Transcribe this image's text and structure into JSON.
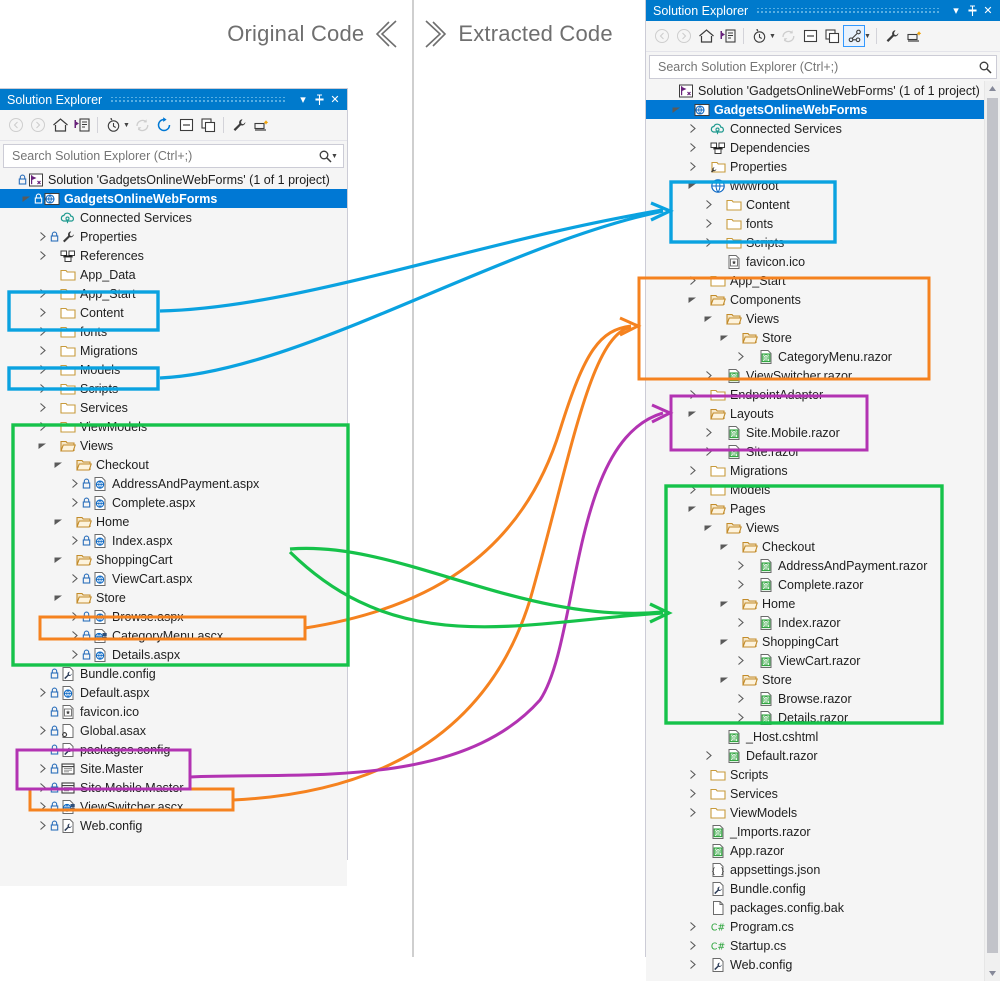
{
  "header": {
    "left_label": "Original Code",
    "right_label": "Extracted Code",
    "left_icon": "double-chevron-left-icon",
    "right_icon": "double-chevron-right-icon"
  },
  "colors": {
    "blue": "#0aa2e0",
    "orange": "#f5821f",
    "purple": "#b233b2",
    "green": "#16c24a",
    "selection": "#0078d4",
    "titlebar": "#007acc"
  },
  "left_panel": {
    "title": "Solution Explorer",
    "title_buttons": [
      "dropdown-icon",
      "pin-icon",
      "close-icon"
    ],
    "toolbar": [
      "back-icon",
      "forward-icon",
      "home-icon",
      "sync-with-active-document-icon",
      "pending-changes-icon",
      "pending-changes-dropdown",
      "refresh-icon",
      "refresh-all-icon",
      "collapse-all-icon",
      "new-folder-icon",
      "properties-icon",
      "preview-selected-items-icon"
    ],
    "search": {
      "placeholder": "Search Solution Explorer (Ctrl+;)",
      "value": "",
      "icon": "search-icon"
    },
    "tree": [
      {
        "depth": 0,
        "label": "Solution 'GadgetsOnlineWebForms' (1 of 1 project)",
        "expander": "none",
        "lock": true,
        "icon": "solution-icon",
        "selected": false
      },
      {
        "depth": 1,
        "label": "GadgetsOnlineWebForms",
        "expander": "open",
        "lock": true,
        "icon": "web-project-icon",
        "selected": true
      },
      {
        "depth": 2,
        "label": "Connected Services",
        "expander": "none",
        "lock": false,
        "icon": "connected-services-icon",
        "selected": false
      },
      {
        "depth": 2,
        "label": "Properties",
        "expander": "closed",
        "lock": true,
        "icon": "wrench-icon",
        "selected": false
      },
      {
        "depth": 2,
        "label": "References",
        "expander": "closed",
        "lock": false,
        "icon": "references-icon",
        "selected": false
      },
      {
        "depth": 2,
        "label": "App_Data",
        "expander": "none",
        "lock": false,
        "icon": "folder-icon",
        "selected": false
      },
      {
        "depth": 2,
        "label": "App_Start",
        "expander": "closed",
        "lock": false,
        "icon": "folder-icon",
        "selected": false
      },
      {
        "depth": 2,
        "label": "Content",
        "expander": "closed",
        "lock": false,
        "icon": "folder-icon",
        "selected": false
      },
      {
        "depth": 2,
        "label": "fonts",
        "expander": "closed",
        "lock": false,
        "icon": "folder-icon",
        "selected": false
      },
      {
        "depth": 2,
        "label": "Migrations",
        "expander": "closed",
        "lock": false,
        "icon": "folder-icon",
        "selected": false
      },
      {
        "depth": 2,
        "label": "Models",
        "expander": "closed",
        "lock": false,
        "icon": "folder-icon",
        "selected": false
      },
      {
        "depth": 2,
        "label": "Scripts",
        "expander": "closed",
        "lock": false,
        "icon": "folder-icon",
        "selected": false
      },
      {
        "depth": 2,
        "label": "Services",
        "expander": "closed",
        "lock": false,
        "icon": "folder-icon",
        "selected": false
      },
      {
        "depth": 2,
        "label": "ViewModels",
        "expander": "closed",
        "lock": false,
        "icon": "folder-icon",
        "selected": false
      },
      {
        "depth": 2,
        "label": "Views",
        "expander": "open",
        "lock": false,
        "icon": "folder-open-icon",
        "selected": false
      },
      {
        "depth": 3,
        "label": "Checkout",
        "expander": "open",
        "lock": false,
        "icon": "folder-open-icon",
        "selected": false
      },
      {
        "depth": 4,
        "label": "AddressAndPayment.aspx",
        "expander": "closed",
        "lock": true,
        "icon": "aspx-icon",
        "selected": false
      },
      {
        "depth": 4,
        "label": "Complete.aspx",
        "expander": "closed",
        "lock": true,
        "icon": "aspx-icon",
        "selected": false
      },
      {
        "depth": 3,
        "label": "Home",
        "expander": "open",
        "lock": false,
        "icon": "folder-open-icon",
        "selected": false
      },
      {
        "depth": 4,
        "label": "Index.aspx",
        "expander": "closed",
        "lock": true,
        "icon": "aspx-icon",
        "selected": false
      },
      {
        "depth": 3,
        "label": "ShoppingCart",
        "expander": "open",
        "lock": false,
        "icon": "folder-open-icon",
        "selected": false
      },
      {
        "depth": 4,
        "label": "ViewCart.aspx",
        "expander": "closed",
        "lock": true,
        "icon": "aspx-icon",
        "selected": false
      },
      {
        "depth": 3,
        "label": "Store",
        "expander": "open",
        "lock": false,
        "icon": "folder-open-icon",
        "selected": false
      },
      {
        "depth": 4,
        "label": "Browse.aspx",
        "expander": "closed",
        "lock": true,
        "icon": "aspx-icon",
        "selected": false
      },
      {
        "depth": 4,
        "label": "CategoryMenu.ascx",
        "expander": "closed",
        "lock": true,
        "icon": "ascx-icon",
        "selected": false
      },
      {
        "depth": 4,
        "label": "Details.aspx",
        "expander": "closed",
        "lock": true,
        "icon": "aspx-icon",
        "selected": false
      },
      {
        "depth": 2,
        "label": "Bundle.config",
        "expander": "none",
        "lock": true,
        "icon": "config-icon",
        "selected": false
      },
      {
        "depth": 2,
        "label": "Default.aspx",
        "expander": "closed",
        "lock": true,
        "icon": "aspx-icon",
        "selected": false
      },
      {
        "depth": 2,
        "label": "favicon.ico",
        "expander": "none",
        "lock": true,
        "icon": "ico-icon",
        "selected": false
      },
      {
        "depth": 2,
        "label": "Global.asax",
        "expander": "closed",
        "lock": true,
        "icon": "asax-icon",
        "selected": false
      },
      {
        "depth": 2,
        "label": "packages.config",
        "expander": "none",
        "lock": true,
        "icon": "config-icon",
        "selected": false
      },
      {
        "depth": 2,
        "label": "Site.Master",
        "expander": "closed",
        "lock": true,
        "icon": "master-page-icon",
        "selected": false
      },
      {
        "depth": 2,
        "label": "Site.Mobile.Master",
        "expander": "closed",
        "lock": true,
        "icon": "master-page-icon",
        "selected": false
      },
      {
        "depth": 2,
        "label": "ViewSwitcher.ascx",
        "expander": "closed",
        "lock": true,
        "icon": "ascx-icon",
        "selected": false
      },
      {
        "depth": 2,
        "label": "Web.config",
        "expander": "closed",
        "lock": true,
        "icon": "config-icon",
        "selected": false
      }
    ]
  },
  "right_panel": {
    "title": "Solution Explorer",
    "title_buttons": [
      "dropdown-icon",
      "pin-icon",
      "close-icon"
    ],
    "toolbar": [
      "back-icon",
      "forward-icon",
      "home-icon",
      "sync-with-active-document-icon",
      "pending-changes-icon",
      "pending-changes-dropdown",
      "refresh-icon",
      "collapse-all-icon",
      "new-folder-icon",
      "show-all-files-icon",
      "show-all-files-dropdown",
      "properties-icon",
      "preview-selected-items-icon"
    ],
    "search": {
      "placeholder": "Search Solution Explorer (Ctrl+;)",
      "value": "",
      "icon": "search-icon"
    },
    "tree": [
      {
        "depth": 0,
        "label": "Solution 'GadgetsOnlineWebForms' (1 of 1 project)",
        "expander": "none",
        "lock": false,
        "icon": "solution-icon",
        "selected": false
      },
      {
        "depth": 1,
        "label": "GadgetsOnlineWebForms",
        "expander": "open",
        "lock": false,
        "icon": "web-project-icon",
        "selected": true
      },
      {
        "depth": 2,
        "label": "Connected Services",
        "expander": "closed",
        "lock": false,
        "icon": "connected-services-icon",
        "selected": false
      },
      {
        "depth": 2,
        "label": "Dependencies",
        "expander": "closed",
        "lock": false,
        "icon": "references-icon",
        "selected": false
      },
      {
        "depth": 2,
        "label": "Properties",
        "expander": "closed",
        "lock": false,
        "icon": "properties-folder-icon",
        "selected": false
      },
      {
        "depth": 2,
        "label": "wwwroot",
        "expander": "open",
        "lock": false,
        "icon": "wwwroot-icon",
        "selected": false
      },
      {
        "depth": 3,
        "label": "Content",
        "expander": "closed",
        "lock": false,
        "icon": "folder-icon",
        "selected": false
      },
      {
        "depth": 3,
        "label": "fonts",
        "expander": "closed",
        "lock": false,
        "icon": "folder-icon",
        "selected": false
      },
      {
        "depth": 3,
        "label": "Scripts",
        "expander": "closed",
        "lock": false,
        "icon": "folder-icon",
        "selected": false
      },
      {
        "depth": 3,
        "label": "favicon.ico",
        "expander": "none",
        "lock": false,
        "icon": "ico-icon",
        "selected": false
      },
      {
        "depth": 2,
        "label": "App_Start",
        "expander": "closed",
        "lock": false,
        "icon": "folder-icon",
        "selected": false
      },
      {
        "depth": 2,
        "label": "Components",
        "expander": "open",
        "lock": false,
        "icon": "folder-open-icon",
        "selected": false
      },
      {
        "depth": 3,
        "label": "Views",
        "expander": "open",
        "lock": false,
        "icon": "folder-open-icon",
        "selected": false
      },
      {
        "depth": 4,
        "label": "Store",
        "expander": "open",
        "lock": false,
        "icon": "folder-open-icon",
        "selected": false
      },
      {
        "depth": 5,
        "label": "CategoryMenu.razor",
        "expander": "closed",
        "lock": false,
        "icon": "razor-icon",
        "selected": false
      },
      {
        "depth": 3,
        "label": "ViewSwitcher.razor",
        "expander": "closed",
        "lock": false,
        "icon": "razor-icon",
        "selected": false
      },
      {
        "depth": 2,
        "label": "EndpointAdapter",
        "expander": "closed",
        "lock": false,
        "icon": "folder-icon",
        "selected": false
      },
      {
        "depth": 2,
        "label": "Layouts",
        "expander": "open",
        "lock": false,
        "icon": "folder-open-icon",
        "selected": false
      },
      {
        "depth": 3,
        "label": "Site.Mobile.razor",
        "expander": "closed",
        "lock": false,
        "icon": "razor-icon",
        "selected": false
      },
      {
        "depth": 3,
        "label": "Site.razor",
        "expander": "closed",
        "lock": false,
        "icon": "razor-icon",
        "selected": false
      },
      {
        "depth": 2,
        "label": "Migrations",
        "expander": "closed",
        "lock": false,
        "icon": "folder-icon",
        "selected": false
      },
      {
        "depth": 2,
        "label": "Models",
        "expander": "closed",
        "lock": false,
        "icon": "folder-icon",
        "selected": false
      },
      {
        "depth": 2,
        "label": "Pages",
        "expander": "open",
        "lock": false,
        "icon": "folder-open-icon",
        "selected": false
      },
      {
        "depth": 3,
        "label": "Views",
        "expander": "open",
        "lock": false,
        "icon": "folder-open-icon",
        "selected": false
      },
      {
        "depth": 4,
        "label": "Checkout",
        "expander": "open",
        "lock": false,
        "icon": "folder-open-icon",
        "selected": false
      },
      {
        "depth": 5,
        "label": "AddressAndPayment.razor",
        "expander": "closed",
        "lock": false,
        "icon": "razor-icon",
        "selected": false
      },
      {
        "depth": 5,
        "label": "Complete.razor",
        "expander": "closed",
        "lock": false,
        "icon": "razor-icon",
        "selected": false
      },
      {
        "depth": 4,
        "label": "Home",
        "expander": "open",
        "lock": false,
        "icon": "folder-open-icon",
        "selected": false
      },
      {
        "depth": 5,
        "label": "Index.razor",
        "expander": "closed",
        "lock": false,
        "icon": "razor-icon",
        "selected": false
      },
      {
        "depth": 4,
        "label": "ShoppingCart",
        "expander": "open",
        "lock": false,
        "icon": "folder-open-icon",
        "selected": false
      },
      {
        "depth": 5,
        "label": "ViewCart.razor",
        "expander": "closed",
        "lock": false,
        "icon": "razor-icon",
        "selected": false
      },
      {
        "depth": 4,
        "label": "Store",
        "expander": "open",
        "lock": false,
        "icon": "folder-open-icon",
        "selected": false
      },
      {
        "depth": 5,
        "label": "Browse.razor",
        "expander": "closed",
        "lock": false,
        "icon": "razor-icon",
        "selected": false
      },
      {
        "depth": 5,
        "label": "Details.razor",
        "expander": "closed",
        "lock": false,
        "icon": "razor-icon",
        "selected": false
      },
      {
        "depth": 3,
        "label": "_Host.cshtml",
        "expander": "none",
        "lock": false,
        "icon": "razor-icon",
        "selected": false
      },
      {
        "depth": 3,
        "label": "Default.razor",
        "expander": "closed",
        "lock": false,
        "icon": "razor-icon",
        "selected": false
      },
      {
        "depth": 2,
        "label": "Scripts",
        "expander": "closed",
        "lock": false,
        "icon": "folder-icon",
        "selected": false
      },
      {
        "depth": 2,
        "label": "Services",
        "expander": "closed",
        "lock": false,
        "icon": "folder-icon",
        "selected": false
      },
      {
        "depth": 2,
        "label": "ViewModels",
        "expander": "closed",
        "lock": false,
        "icon": "folder-icon",
        "selected": false
      },
      {
        "depth": 2,
        "label": "_Imports.razor",
        "expander": "none",
        "lock": false,
        "icon": "razor-icon",
        "selected": false
      },
      {
        "depth": 2,
        "label": "App.razor",
        "expander": "none",
        "lock": false,
        "icon": "razor-icon",
        "selected": false
      },
      {
        "depth": 2,
        "label": "appsettings.json",
        "expander": "none",
        "lock": false,
        "icon": "json-icon",
        "selected": false
      },
      {
        "depth": 2,
        "label": "Bundle.config",
        "expander": "none",
        "lock": false,
        "icon": "config-icon",
        "selected": false
      },
      {
        "depth": 2,
        "label": "packages.config.bak",
        "expander": "none",
        "lock": false,
        "icon": "file-icon",
        "selected": false
      },
      {
        "depth": 2,
        "label": "Program.cs",
        "expander": "closed",
        "lock": false,
        "icon": "csharp-icon",
        "selected": false
      },
      {
        "depth": 2,
        "label": "Startup.cs",
        "expander": "closed",
        "lock": false,
        "icon": "csharp-icon",
        "selected": false
      },
      {
        "depth": 2,
        "label": "Web.config",
        "expander": "closed",
        "lock": false,
        "icon": "config-icon",
        "selected": false
      }
    ]
  },
  "annotations": {
    "mappings": [
      {
        "name": "static-assets",
        "color": "#0aa2e0",
        "from": [
          "Content",
          "fonts",
          "Scripts"
        ],
        "to": [
          "Content",
          "fonts",
          "Scripts"
        ]
      },
      {
        "name": "components",
        "color": "#f5821f",
        "from": [
          "CategoryMenu.ascx",
          "ViewSwitcher.ascx"
        ],
        "to": [
          "Components",
          "Views",
          "Store",
          "CategoryMenu.razor",
          "ViewSwitcher.razor"
        ]
      },
      {
        "name": "layouts",
        "color": "#b233b2",
        "from": [
          "Site.Master",
          "Site.Mobile.Master"
        ],
        "to": [
          "Layouts",
          "Site.Mobile.razor",
          "Site.razor"
        ]
      },
      {
        "name": "pages",
        "color": "#16c24a",
        "from": [
          "Views"
        ],
        "to": [
          "Pages"
        ]
      }
    ]
  }
}
